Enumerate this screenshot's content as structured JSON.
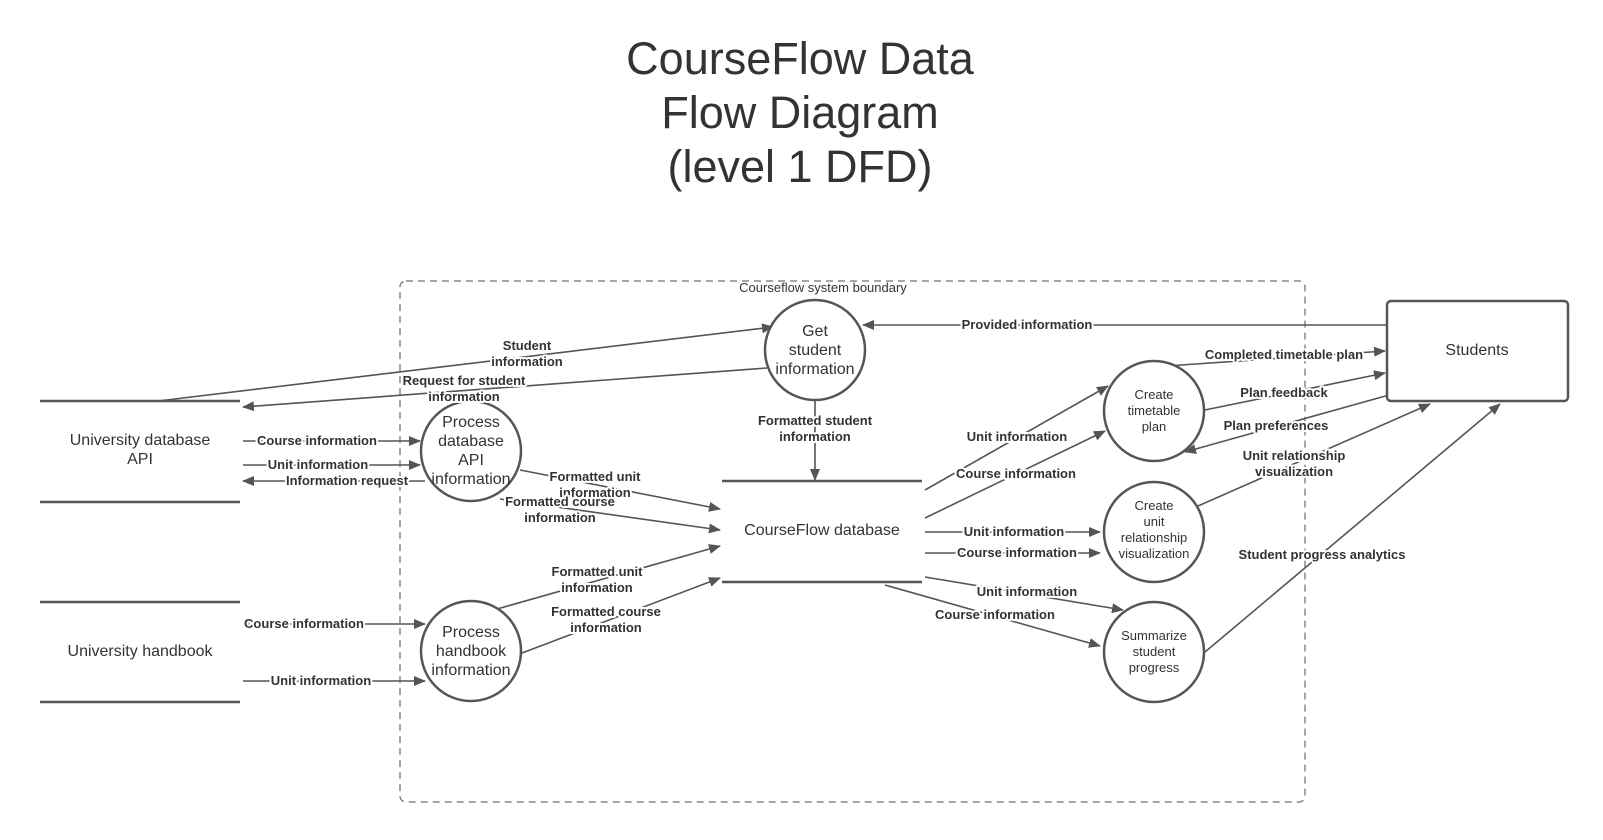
{
  "title": {
    "line1": "CourseFlow Data",
    "line2": "Flow Diagram",
    "line3": "(level 1 DFD)"
  },
  "boundary": {
    "label": "Courseflow system boundary"
  },
  "stores": {
    "uni_db_api": {
      "line1": "University database",
      "line2": "API"
    },
    "handbook": {
      "line1": "University handbook"
    },
    "courseflow_db": {
      "line1": "CourseFlow database"
    }
  },
  "entities": {
    "students": {
      "label": "Students"
    }
  },
  "processes": {
    "get_student": {
      "line1": "Get",
      "line2": "student",
      "line3": "information"
    },
    "process_db": {
      "line1": "Process",
      "line2": "database",
      "line3": "API",
      "line4": "information"
    },
    "process_handbook": {
      "line1": "Process",
      "line2": "handbook",
      "line3": "information"
    },
    "create_timetable": {
      "line1": "Create",
      "line2": "timetable",
      "line3": "plan"
    },
    "create_unit_rel": {
      "line1": "Create",
      "line2": "unit",
      "line3": "relationship",
      "line4": "visualization"
    },
    "summarize": {
      "line1": "Summarize",
      "line2": "student",
      "line3": "progress"
    }
  },
  "flows": {
    "student_info": {
      "line1": "Student",
      "line2": "information"
    },
    "request_student_info": {
      "line1": "Request for student",
      "line2": "information"
    },
    "provided_info": {
      "line1": "Provided information"
    },
    "formatted_student_info": {
      "line1": "Formatted student",
      "line2": "information"
    },
    "db_course_info": {
      "line1": "Course information"
    },
    "db_unit_info": {
      "line1": "Unit information"
    },
    "db_info_request": {
      "line1": "Information request"
    },
    "fmt_unit_info_1": {
      "line1": "Formatted unit",
      "line2": "information"
    },
    "fmt_course_info_1": {
      "line1": "Formatted course",
      "line2": "information"
    },
    "hb_course_info": {
      "line1": "Course information"
    },
    "hb_unit_info": {
      "line1": "Unit information"
    },
    "fmt_unit_info_2": {
      "line1": "Formatted unit",
      "line2": "information"
    },
    "fmt_course_info_2": {
      "line1": "Formatted course",
      "line2": "information"
    },
    "tt_unit_info": {
      "line1": "Unit information"
    },
    "tt_course_info": {
      "line1": "Course information"
    },
    "ur_unit_info": {
      "line1": "Unit information"
    },
    "ur_course_info": {
      "line1": "Course information"
    },
    "sp_unit_info": {
      "line1": "Unit information"
    },
    "sp_course_info": {
      "line1": "Course information"
    },
    "completed_plan": {
      "line1": "Completed timetable plan"
    },
    "plan_feedback": {
      "line1": "Plan feedback"
    },
    "plan_preferences": {
      "line1": "Plan preferences"
    },
    "unit_rel_vis": {
      "line1": "Unit relationship",
      "line2": "visualization"
    },
    "progress_analytics": {
      "line1": "Student progress analytics"
    }
  }
}
